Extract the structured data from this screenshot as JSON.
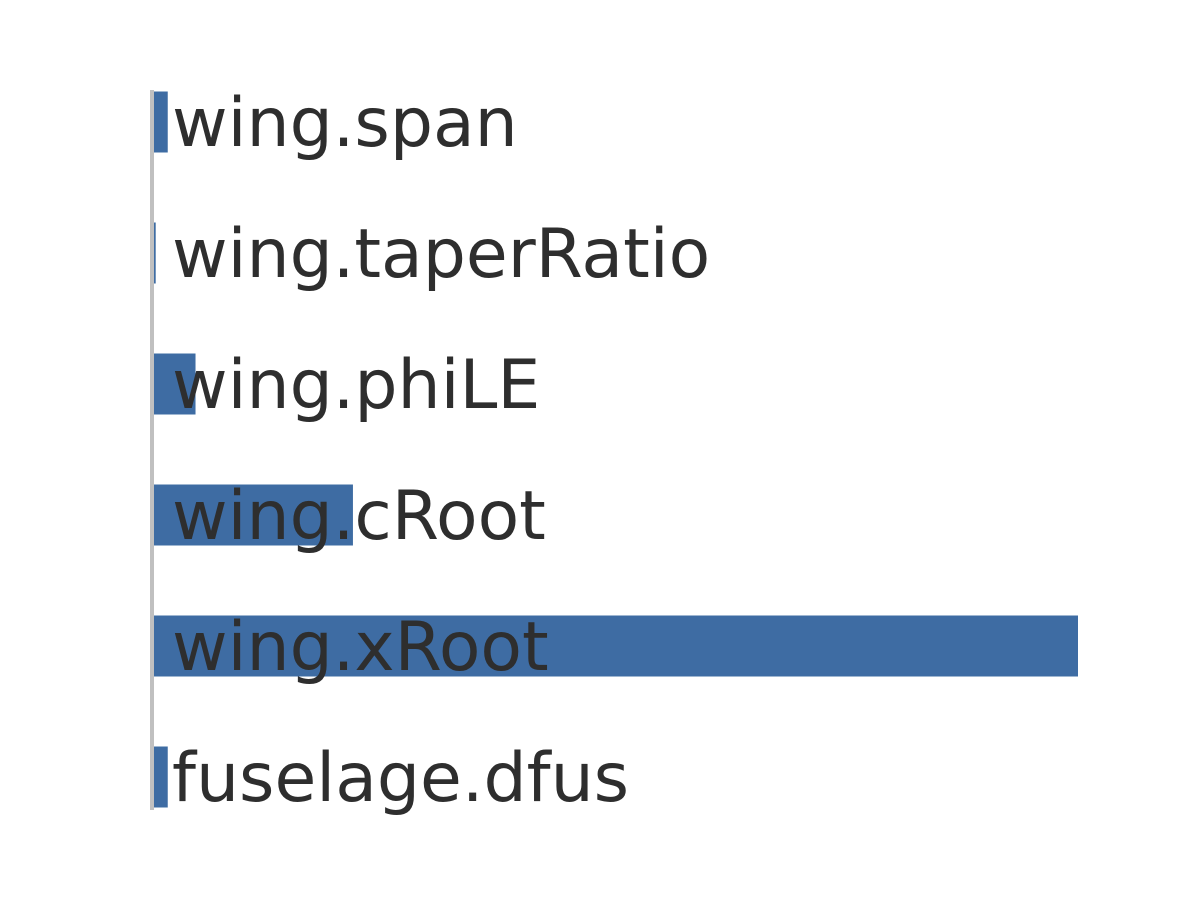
{
  "chart_data": {
    "type": "bar",
    "orientation": "horizontal",
    "categories": [
      "wing.span",
      "wing.taperRatio",
      "wing.phiLE",
      "wing.cRoot",
      "wing.xRoot",
      "fuselage.dfus"
    ],
    "values": [
      0.017,
      0.004,
      0.047,
      0.217,
      1.0,
      0.017
    ],
    "xlim": [
      0,
      1.0
    ],
    "grid": false,
    "legend": "none",
    "title": "",
    "xlabel": "",
    "ylabel": ""
  },
  "colors": {
    "bar": "#3e6ca3",
    "axis": "#c0c0c0",
    "label": "#2e2e2e",
    "background": "#ffffff"
  }
}
